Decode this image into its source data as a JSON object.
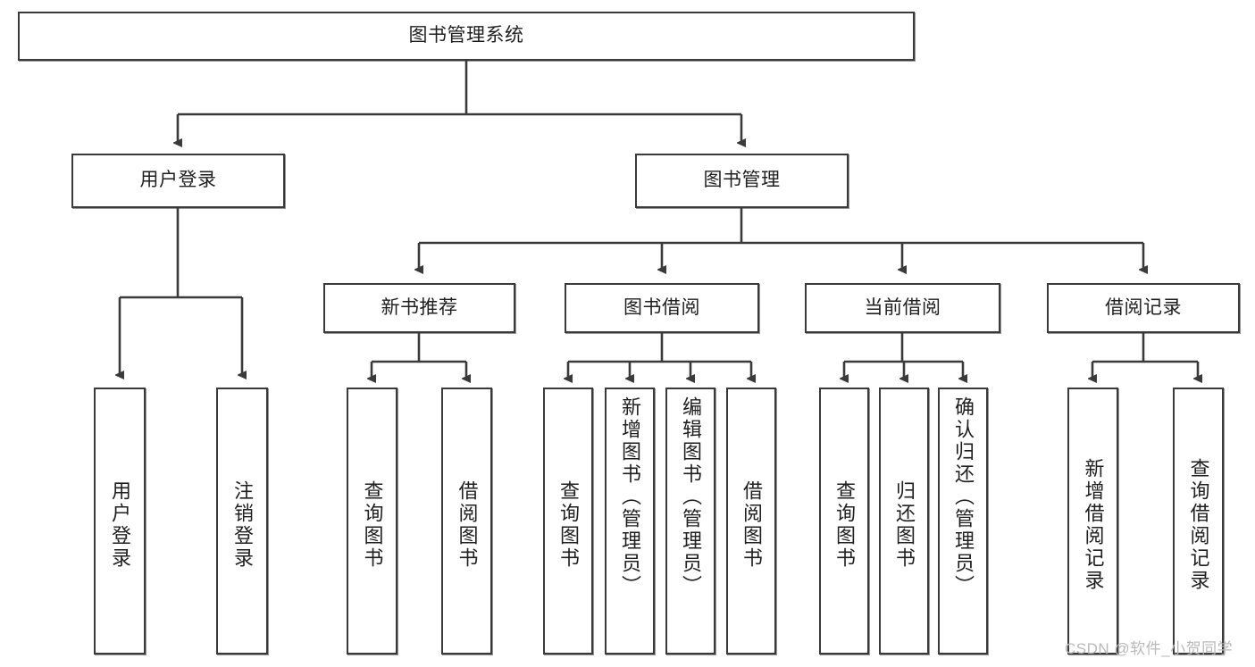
{
  "diagram": {
    "type": "tree-hierarchy",
    "title": "图书管理系统",
    "root": {
      "label": "图书管理系统"
    },
    "level1": [
      {
        "label": "用户登录"
      },
      {
        "label": "图书管理"
      }
    ],
    "level2": [
      {
        "label": "新书推荐"
      },
      {
        "label": "图书借阅"
      },
      {
        "label": "当前借阅"
      },
      {
        "label": "借阅记录"
      }
    ],
    "leaves": {
      "user_login": [
        {
          "label": "用户登录"
        },
        {
          "label": "注销登录"
        }
      ],
      "new_book_recommend": [
        {
          "label": "查询图书"
        },
        {
          "label": "借阅图书"
        }
      ],
      "book_borrow": [
        {
          "label": "查询图书"
        },
        {
          "label": "新增图书（管理员）"
        },
        {
          "label": "编辑图书（管理员）"
        },
        {
          "label": "借阅图书"
        }
      ],
      "current_borrow": [
        {
          "label": "查询图书"
        },
        {
          "label": "归还图书"
        },
        {
          "label": "确认归还（管理员）"
        }
      ],
      "borrow_record": [
        {
          "label": "新增借阅记录"
        },
        {
          "label": "查询借阅记录"
        }
      ]
    }
  },
  "watermark": {
    "text": "CSDN @软件_小贺同学"
  },
  "colors": {
    "stroke": "#3a3a3a",
    "text": "#1f1f1f",
    "background": "#ffffff",
    "watermark": "#b9b9b9"
  }
}
